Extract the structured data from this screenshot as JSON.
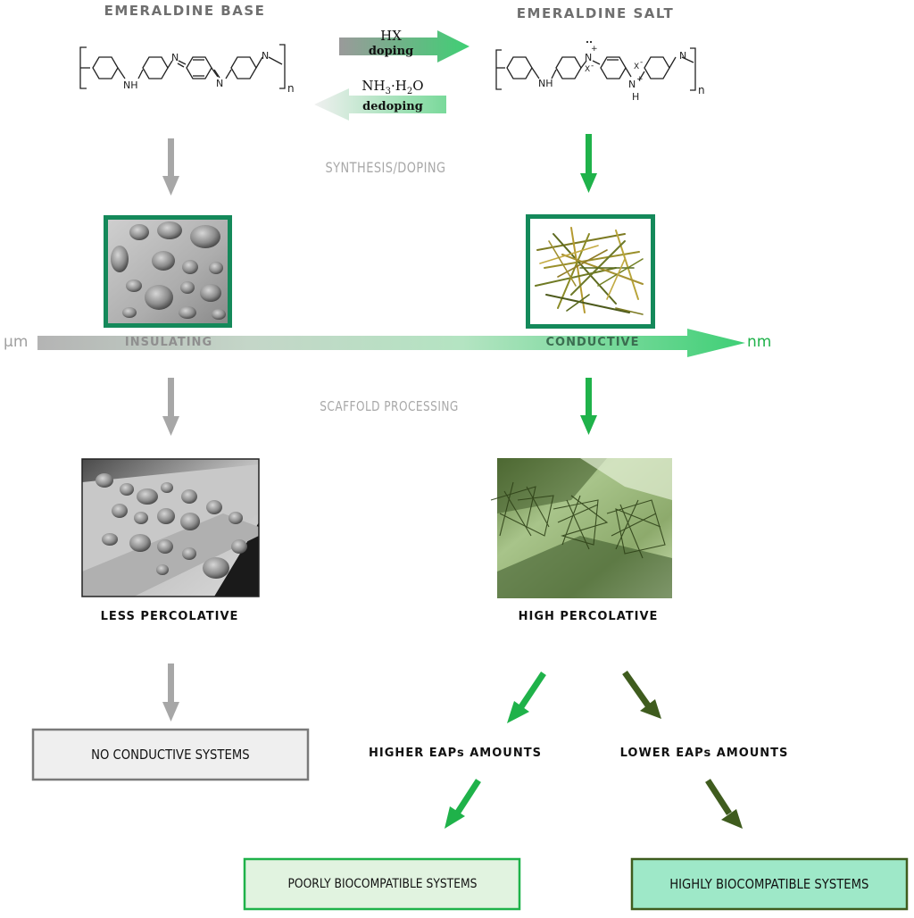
{
  "top": {
    "base_title": "EMERALDINE BASE",
    "salt_title": "EMERALDINE SALT",
    "doping_agent": "HX",
    "doping_label": "doping",
    "dedoping_agent": "NH",
    "dedoping_sub1": "3",
    "dedoping_mid": "·H",
    "dedoping_sub2": "2",
    "dedoping_end": "O",
    "dedoping_label": "dedoping",
    "subscript_n": "n",
    "atom_N": "N",
    "atom_NH": "NH",
    "atom_H": "H",
    "atom_X": "X",
    "charge_minus": "-",
    "charge_plus": "+"
  },
  "middle": {
    "synthesis_label": "SYNTHESIS/DOPING",
    "scaffold_label": "SCAFFOLD PROCESSING",
    "scale_left": "µm",
    "scale_right": "nm",
    "insulating": "INSULATING",
    "conductive": "CONDUCTIVE"
  },
  "bottom": {
    "less_percolative": "LESS PERCOLATIVE",
    "high_percolative": "HIGH PERCOLATIVE",
    "higher_eaps": "HIGHER EAPs AMOUNTS",
    "lower_eaps": "LOWER EAPs AMOUNTS",
    "no_conductive": "NO CONDUCTIVE SYSTEMS",
    "poorly_biocompatible": "POORLY BIOCOMPATIBLE SYSTEMS",
    "highly_biocompatible": "HIGHLY BIOCOMPATIBLE SYSTEMS"
  },
  "colors": {
    "green": "#1fb24a",
    "dark_green": "#3f5c1e",
    "gray": "#a7a7a7",
    "frame_green": "#14895a",
    "box_gray_fill": "#efefef",
    "box_light_green_fill": "#e1f3e0",
    "box_mint_fill": "#9ee8c8"
  }
}
